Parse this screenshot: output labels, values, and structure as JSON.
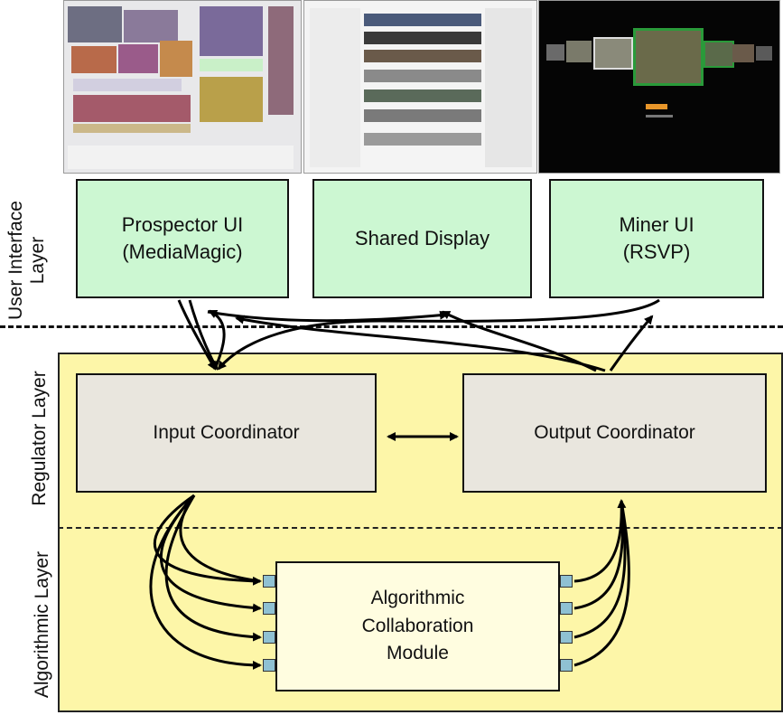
{
  "layers": {
    "user_interface": "User Interface\nLayer",
    "regulator": "Regulator Layer",
    "algorithmic": "Algorithmic Layer"
  },
  "ui_boxes": {
    "prospector_line1": "Prospector UI",
    "prospector_line2": "(MediaMagic)",
    "shared_display": "Shared Display",
    "miner_line1": "Miner UI",
    "miner_line2": "(RSVP)"
  },
  "coordinators": {
    "input": "Input Coordinator",
    "output": "Output Coordinator"
  },
  "module": {
    "line1": "Algorithmic",
    "line2": "Collaboration",
    "line3": "Module"
  },
  "colors": {
    "ui_box_fill": "#ccf7d2",
    "coordinator_fill": "#e9e6de",
    "layer_fill": "#fdf6a8",
    "port_fill": "#8fc1d3"
  },
  "screenshots": [
    "mediamagic-screenshot",
    "shared-display-screenshot",
    "rsvp-screenshot"
  ]
}
